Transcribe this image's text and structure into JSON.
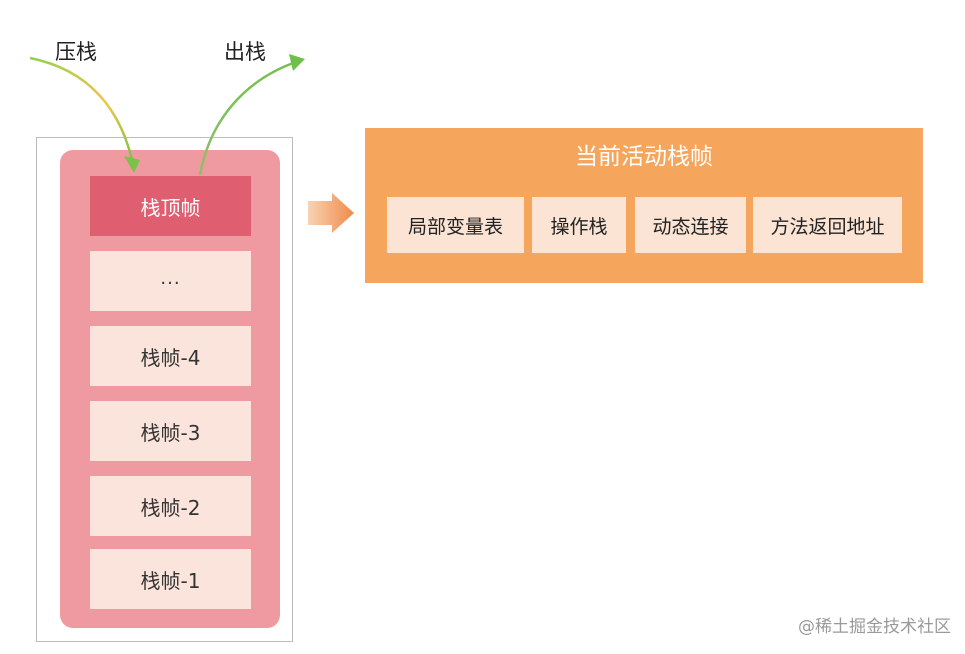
{
  "labels": {
    "push": "压栈",
    "pop": "出栈"
  },
  "stack": {
    "frames": {
      "top": "栈顶帧",
      "ellipsis": "...",
      "frame4": "栈帧-4",
      "frame3": "栈帧-3",
      "frame2": "栈帧-2",
      "frame1": "栈帧-1"
    }
  },
  "active_frame": {
    "title": "当前活动栈帧",
    "parts": {
      "locals": "局部变量表",
      "operand_stack": "操作栈",
      "dynamic_linking": "动态连接",
      "return_address": "方法返回地址"
    }
  },
  "watermark": "@稀土掘金技术社区",
  "colors": {
    "stack_bg": "#ef9aa0",
    "top_frame": "#df5e70",
    "frame": "#fbe4dc",
    "panel": "#f6a65c",
    "arrow": "#7cc24a"
  }
}
